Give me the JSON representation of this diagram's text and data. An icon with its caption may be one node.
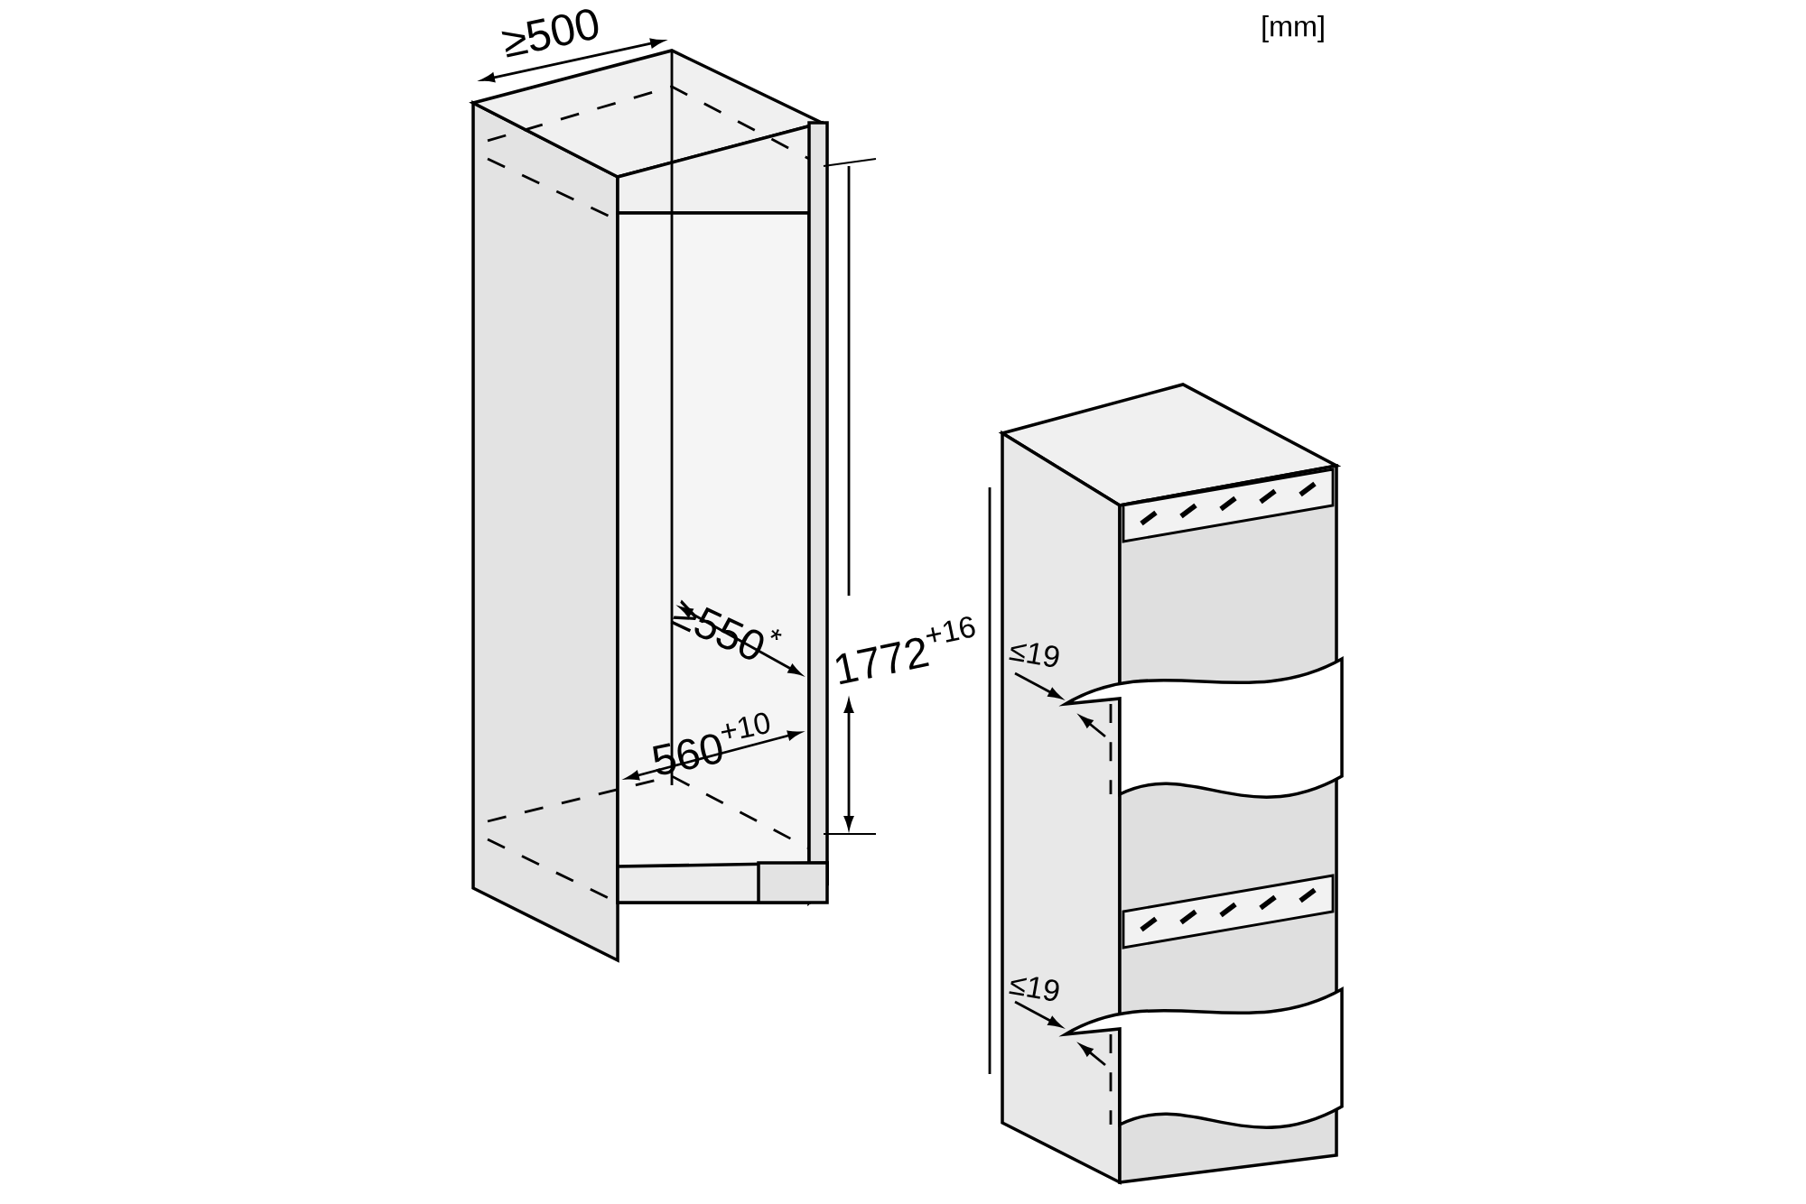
{
  "diagram": {
    "labels": [
      "≥500",
      "[mm]",
      "≥550$^{*}$",
      "1772$^{+16}$",
      "560$^{+10}$",
      "≤19",
      "≤19"
    ]
  }
}
